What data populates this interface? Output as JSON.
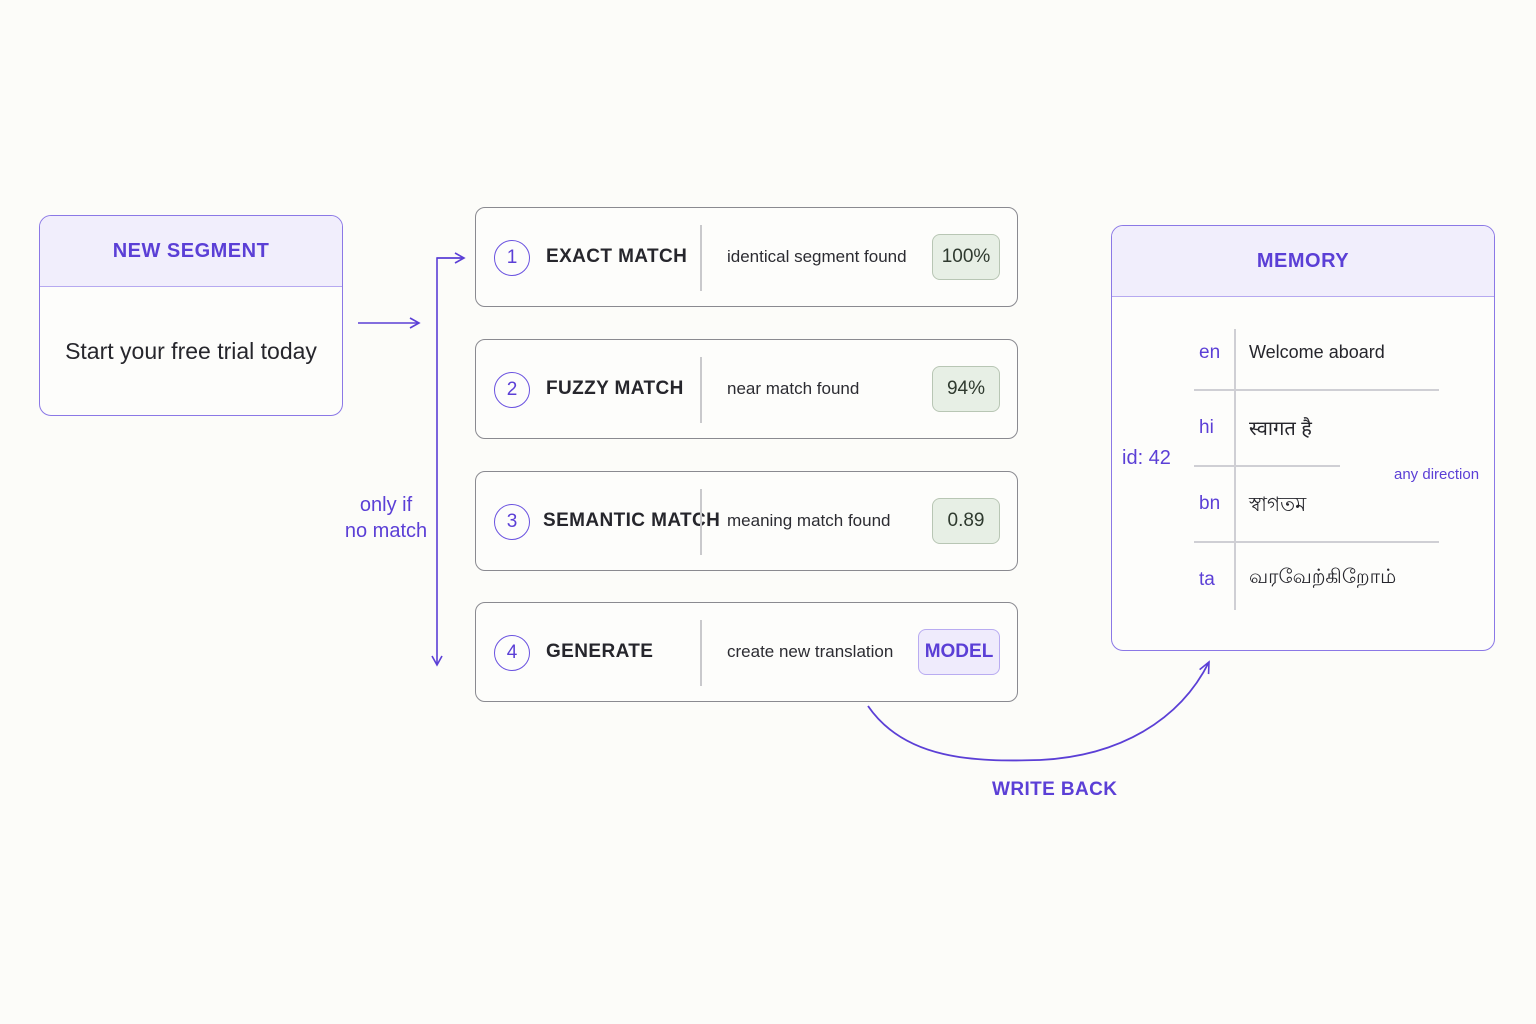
{
  "new_segment": {
    "title": "NEW SEGMENT",
    "text": "Start your free trial today"
  },
  "flow_note": {
    "line1": "only if",
    "line2": "no match"
  },
  "steps": [
    {
      "number": "1",
      "title": "EXACT MATCH",
      "description": "identical segment found",
      "badge": "100%"
    },
    {
      "number": "2",
      "title": "FUZZY MATCH",
      "description": "near match found",
      "badge": "94%"
    },
    {
      "number": "3",
      "title": "SEMANTIC MATCH",
      "description": "meaning match found",
      "badge": "0.89"
    },
    {
      "number": "4",
      "title": "GENERATE",
      "description": "create new translation",
      "badge": "MODEL"
    }
  ],
  "memory": {
    "title": "MEMORY",
    "id_label": "id: 42",
    "direction_label": "any direction",
    "entries": [
      {
        "lang": "en",
        "text": "Welcome aboard"
      },
      {
        "lang": "hi",
        "text": "स्वागत है"
      },
      {
        "lang": "bn",
        "text": "স্বাগতম"
      },
      {
        "lang": "ta",
        "text": "வரவேற்கிறோம்"
      }
    ]
  },
  "write_back_label": "WRITE BACK",
  "colors": {
    "accent": "#5b3fd6",
    "accent_light": "#f1eefc",
    "border": "#8b78e6",
    "badge_green": "#e7efe5",
    "background": "#fcfcf9"
  }
}
